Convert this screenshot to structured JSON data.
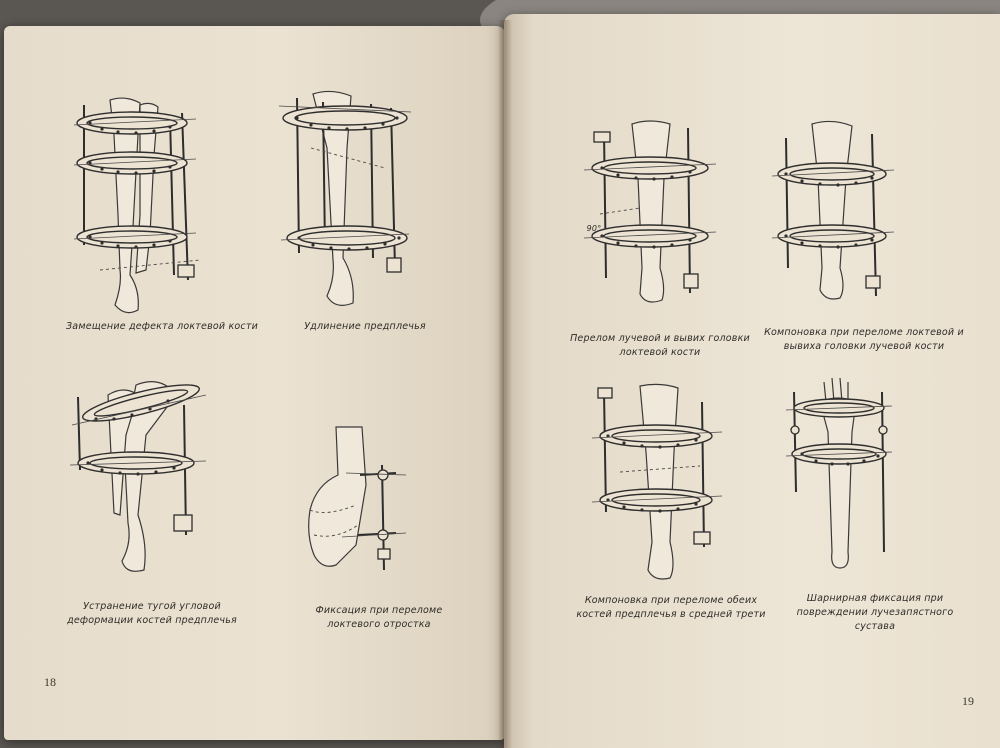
{
  "left_page": {
    "page_number": "18",
    "captions": [
      "Замещение дефекта локтевой кости",
      "Удлинение предплечья",
      "Устранение тугой угловой деформации костей предплечья",
      "Фиксация при переломе локтевого отростка"
    ]
  },
  "right_page": {
    "page_number": "19",
    "captions": [
      "Перелом лучевой и вывих головки локтевой кости",
      "Компоновка при переломе локтевой и вывиха головки лучевой кости",
      "Компоновка при переломе обеих костей предплечья в средней трети",
      "Шарнирная фиксация при повреждении лучезапястного сустава"
    ],
    "angle_label": "90°"
  }
}
